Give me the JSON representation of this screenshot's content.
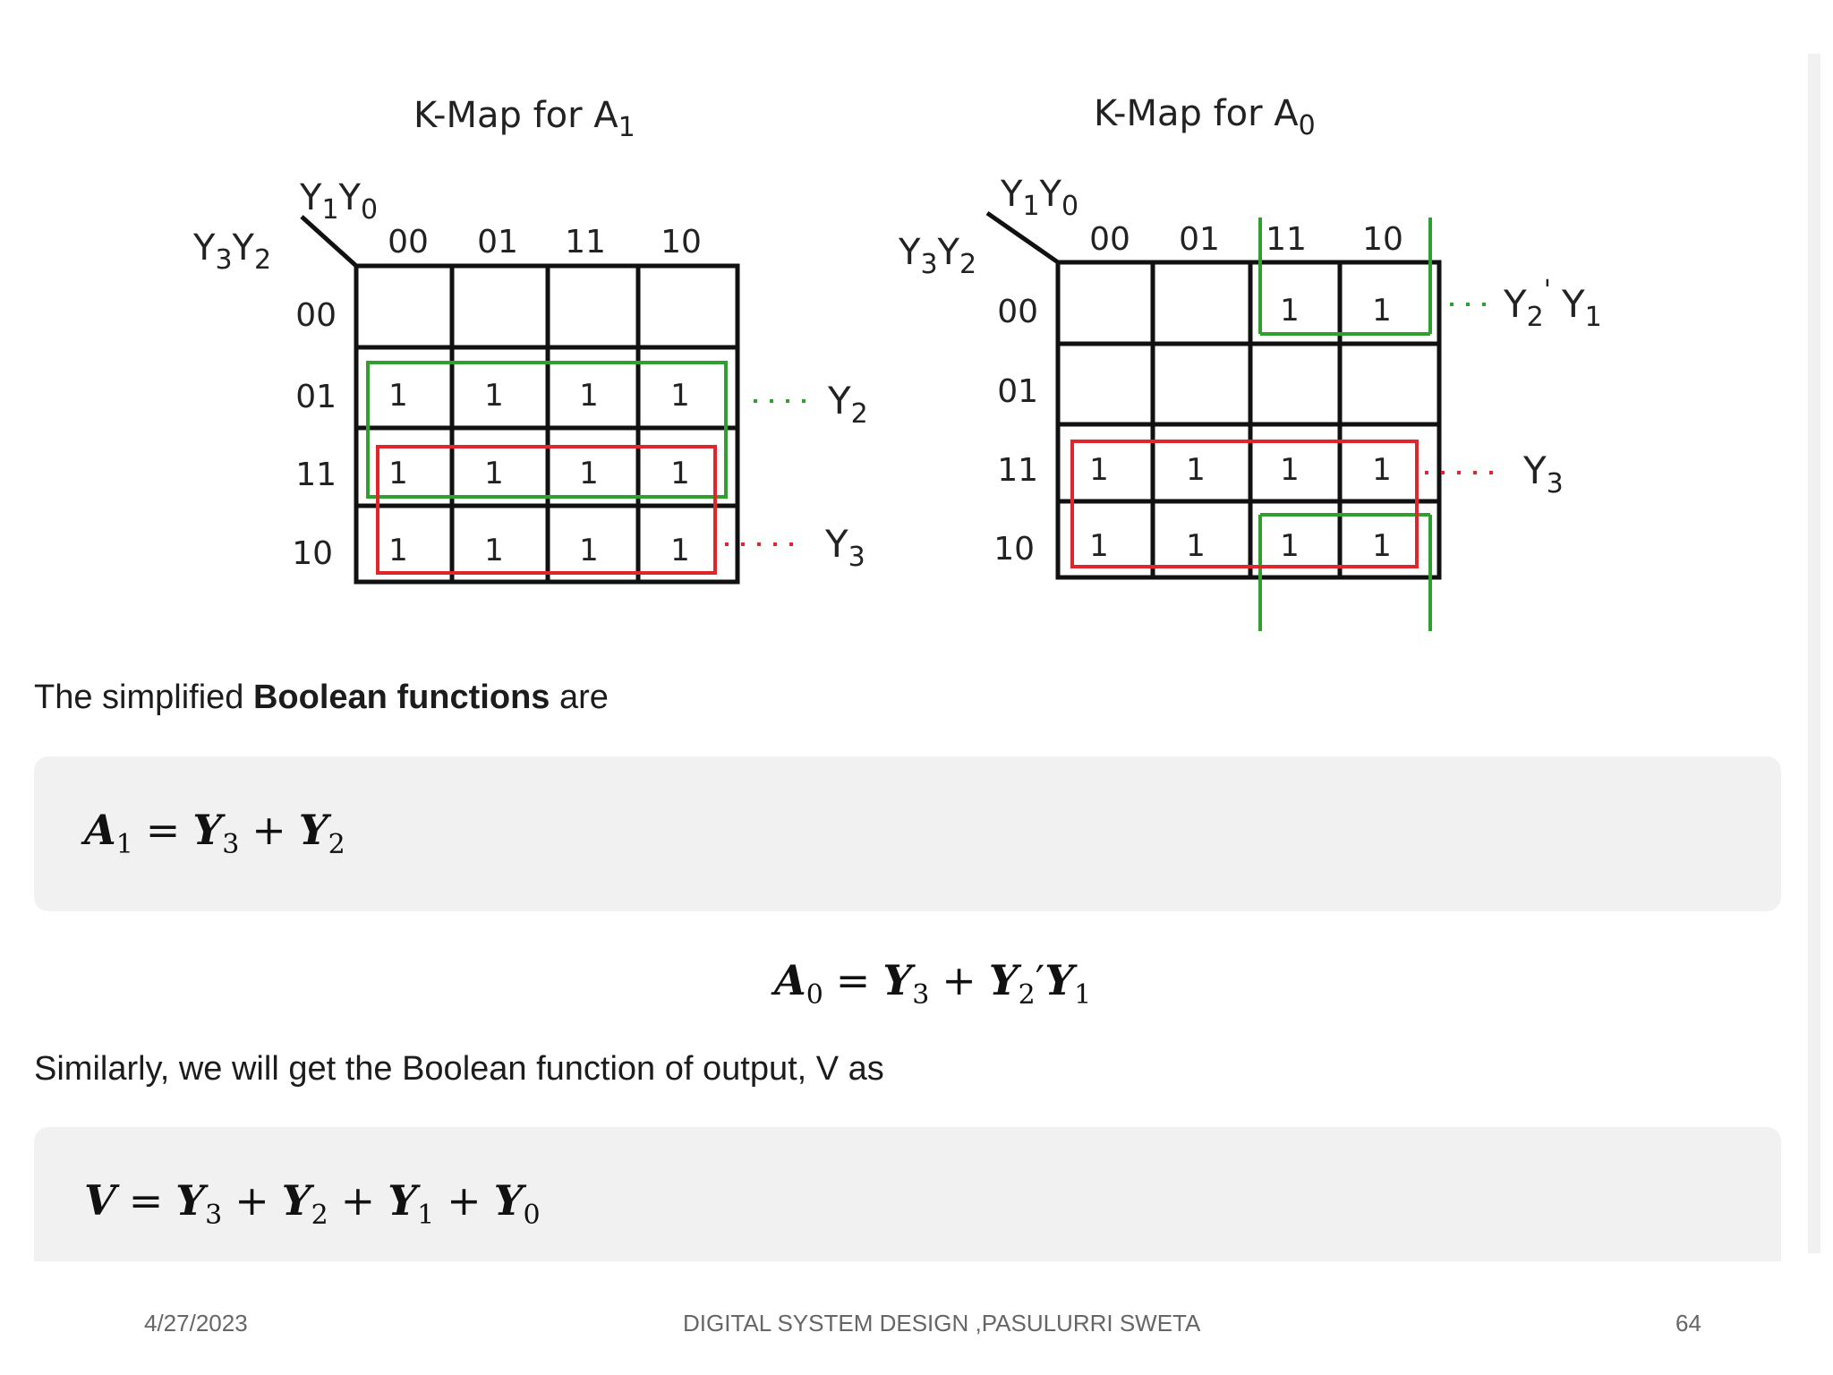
{
  "kmap_a1": {
    "title_main": "K-Map for A",
    "title_sub": "1",
    "col_var_main": "Y",
    "col_var_sub1": "1",
    "col_var_main2": "Y",
    "col_var_sub2": "0",
    "row_var_main": "Y",
    "row_var_sub1": "3",
    "row_var_main2": "Y",
    "row_var_sub2": "2",
    "col_headers": [
      "00",
      "01",
      "11",
      "10"
    ],
    "row_headers": [
      "00",
      "01",
      "11",
      "10"
    ],
    "cells": [
      [
        "",
        "",
        "",
        ""
      ],
      [
        "1",
        "1",
        "1",
        "1"
      ],
      [
        "1",
        "1",
        "1",
        "1"
      ],
      [
        "1",
        "1",
        "1",
        "1"
      ]
    ],
    "group_green_label_main": "Y",
    "group_green_label_sub": "2",
    "group_red_label_main": "Y",
    "group_red_label_sub": "3"
  },
  "kmap_a0": {
    "title_main": "K-Map for A",
    "title_sub": "0",
    "col_var_main": "Y",
    "col_var_sub1": "1",
    "col_var_main2": "Y",
    "col_var_sub2": "0",
    "row_var_main": "Y",
    "row_var_sub1": "3",
    "row_var_main2": "Y",
    "row_var_sub2": "2",
    "col_headers": [
      "00",
      "01",
      "11",
      "10"
    ],
    "row_headers": [
      "00",
      "01",
      "11",
      "10"
    ],
    "cells": [
      [
        "",
        "",
        "1",
        "1"
      ],
      [
        "",
        "",
        "",
        ""
      ],
      [
        "1",
        "1",
        "1",
        "1"
      ],
      [
        "1",
        "1",
        "1",
        "1"
      ]
    ],
    "group_green_label_main": "Y",
    "group_green_label_sub": "2",
    "group_green_label_prime": "'",
    "group_green_label_main2": "Y",
    "group_green_label_sub2": "1",
    "group_red_label_main": "Y",
    "group_red_label_sub": "3"
  },
  "colors": {
    "green_group": "#2ea02e",
    "red_group": "#e0262b",
    "box_bg": "#f1f1f1"
  },
  "text": {
    "intro_prefix": "The simplified ",
    "intro_bold": "Boolean functions",
    "intro_suffix": " are",
    "similar": "Similarly, we will get the Boolean function of output, V as"
  },
  "equations": {
    "a1": {
      "lhs": "A",
      "lhs_sub": "1",
      "eq": "=",
      "t1": "Y",
      "t1_sub": "3",
      "plus": "+",
      "t2": "Y",
      "t2_sub": "2"
    },
    "a0": {
      "lhs": "A",
      "lhs_sub": "0",
      "eq": "=",
      "t1": "Y",
      "t1_sub": "3",
      "plus": "+",
      "t2": "Y",
      "t2_sub": "2",
      "prime": "′",
      "t3": "Y",
      "t3_sub": "1"
    },
    "v": {
      "lhs": "V",
      "eq": "=",
      "t1": "Y",
      "t1_sub": "3",
      "t2": "Y",
      "t2_sub": "2",
      "t3": "Y",
      "t3_sub": "1",
      "t4": "Y",
      "t4_sub": "0",
      "plus": "+"
    }
  },
  "footer": {
    "date": "4/27/2023",
    "title": "DIGITAL SYSTEM DESIGN ,PASULURRI SWETA",
    "page": "64"
  }
}
